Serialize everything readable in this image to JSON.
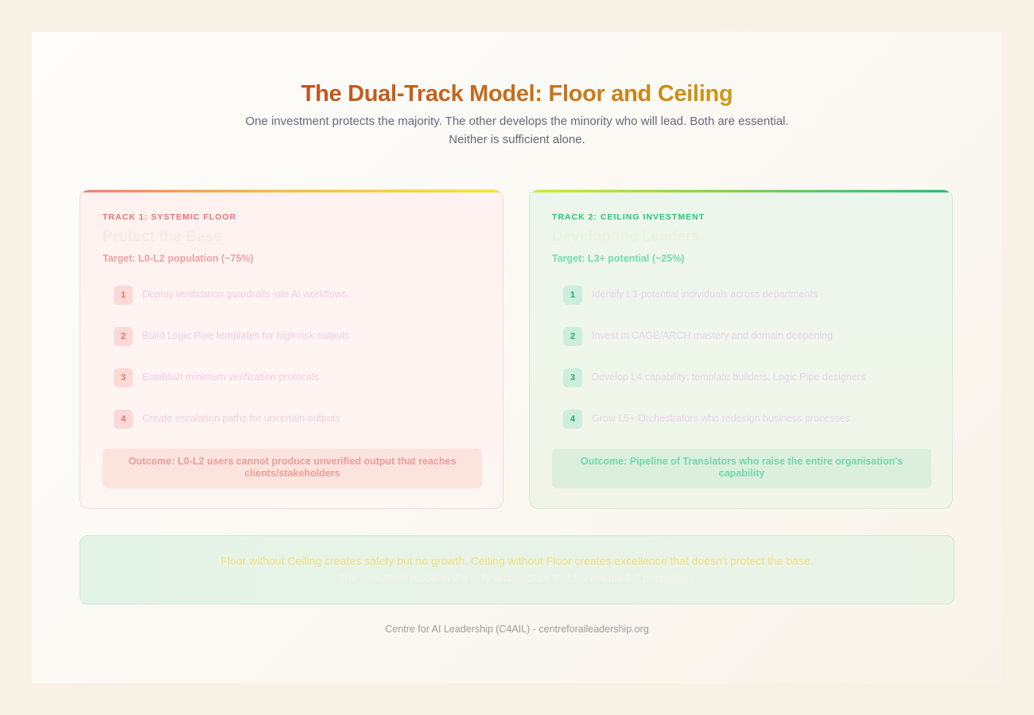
{
  "header": {
    "title": "The Dual-Track Model: Floor and Ceiling",
    "subtitle_line1": "One investment protects the majority. The other develops the minority who will lead. Both are essential.",
    "subtitle_line2": "Neither is sufficient alone."
  },
  "tracks": [
    {
      "label": "TRACK 1: SYSTEMIC FLOOR",
      "name": "Protect the Base",
      "target": "Target: L0-L2 population (~75%)",
      "steps": [
        {
          "num": "1",
          "text": "Deploy verification guardrails into AI workflows"
        },
        {
          "num": "2",
          "text": "Build Logic Pipe templates for high-risk outputs"
        },
        {
          "num": "3",
          "text": "Establish minimum verification protocols"
        },
        {
          "num": "4",
          "text": "Create escalation paths for uncertain outputs"
        }
      ],
      "outcome": "Outcome: L0-L2 users cannot produce unverified output that reaches clients/stakeholders"
    },
    {
      "label": "TRACK 2: CEILING INVESTMENT",
      "name": "Develop the Leaders",
      "target": "Target: L3+ potential (~25%)",
      "steps": [
        {
          "num": "1",
          "text": "Identify L3-potential individuals across departments"
        },
        {
          "num": "2",
          "text": "Invest in CAGE/ARCH mastery and domain deepening"
        },
        {
          "num": "3",
          "text": "Develop L4 capability: template builders, Logic Pipe designers"
        },
        {
          "num": "4",
          "text": "Grow L5+ Orchestrators who redesign business processes"
        }
      ],
      "outcome": "Outcome: Pipeline of Translators who raise the entire organisation's capability"
    }
  ],
  "summary": {
    "line1": "Floor without Ceiling creates safety but no growth. Ceiling without Floor creates excellence that doesn't protect the base.",
    "line2": "The dual-track model is the only architecture that serves the full population."
  },
  "footer": {
    "credit": "Centre for AI Leadership (C4AIL) - centreforaileadership.org"
  }
}
